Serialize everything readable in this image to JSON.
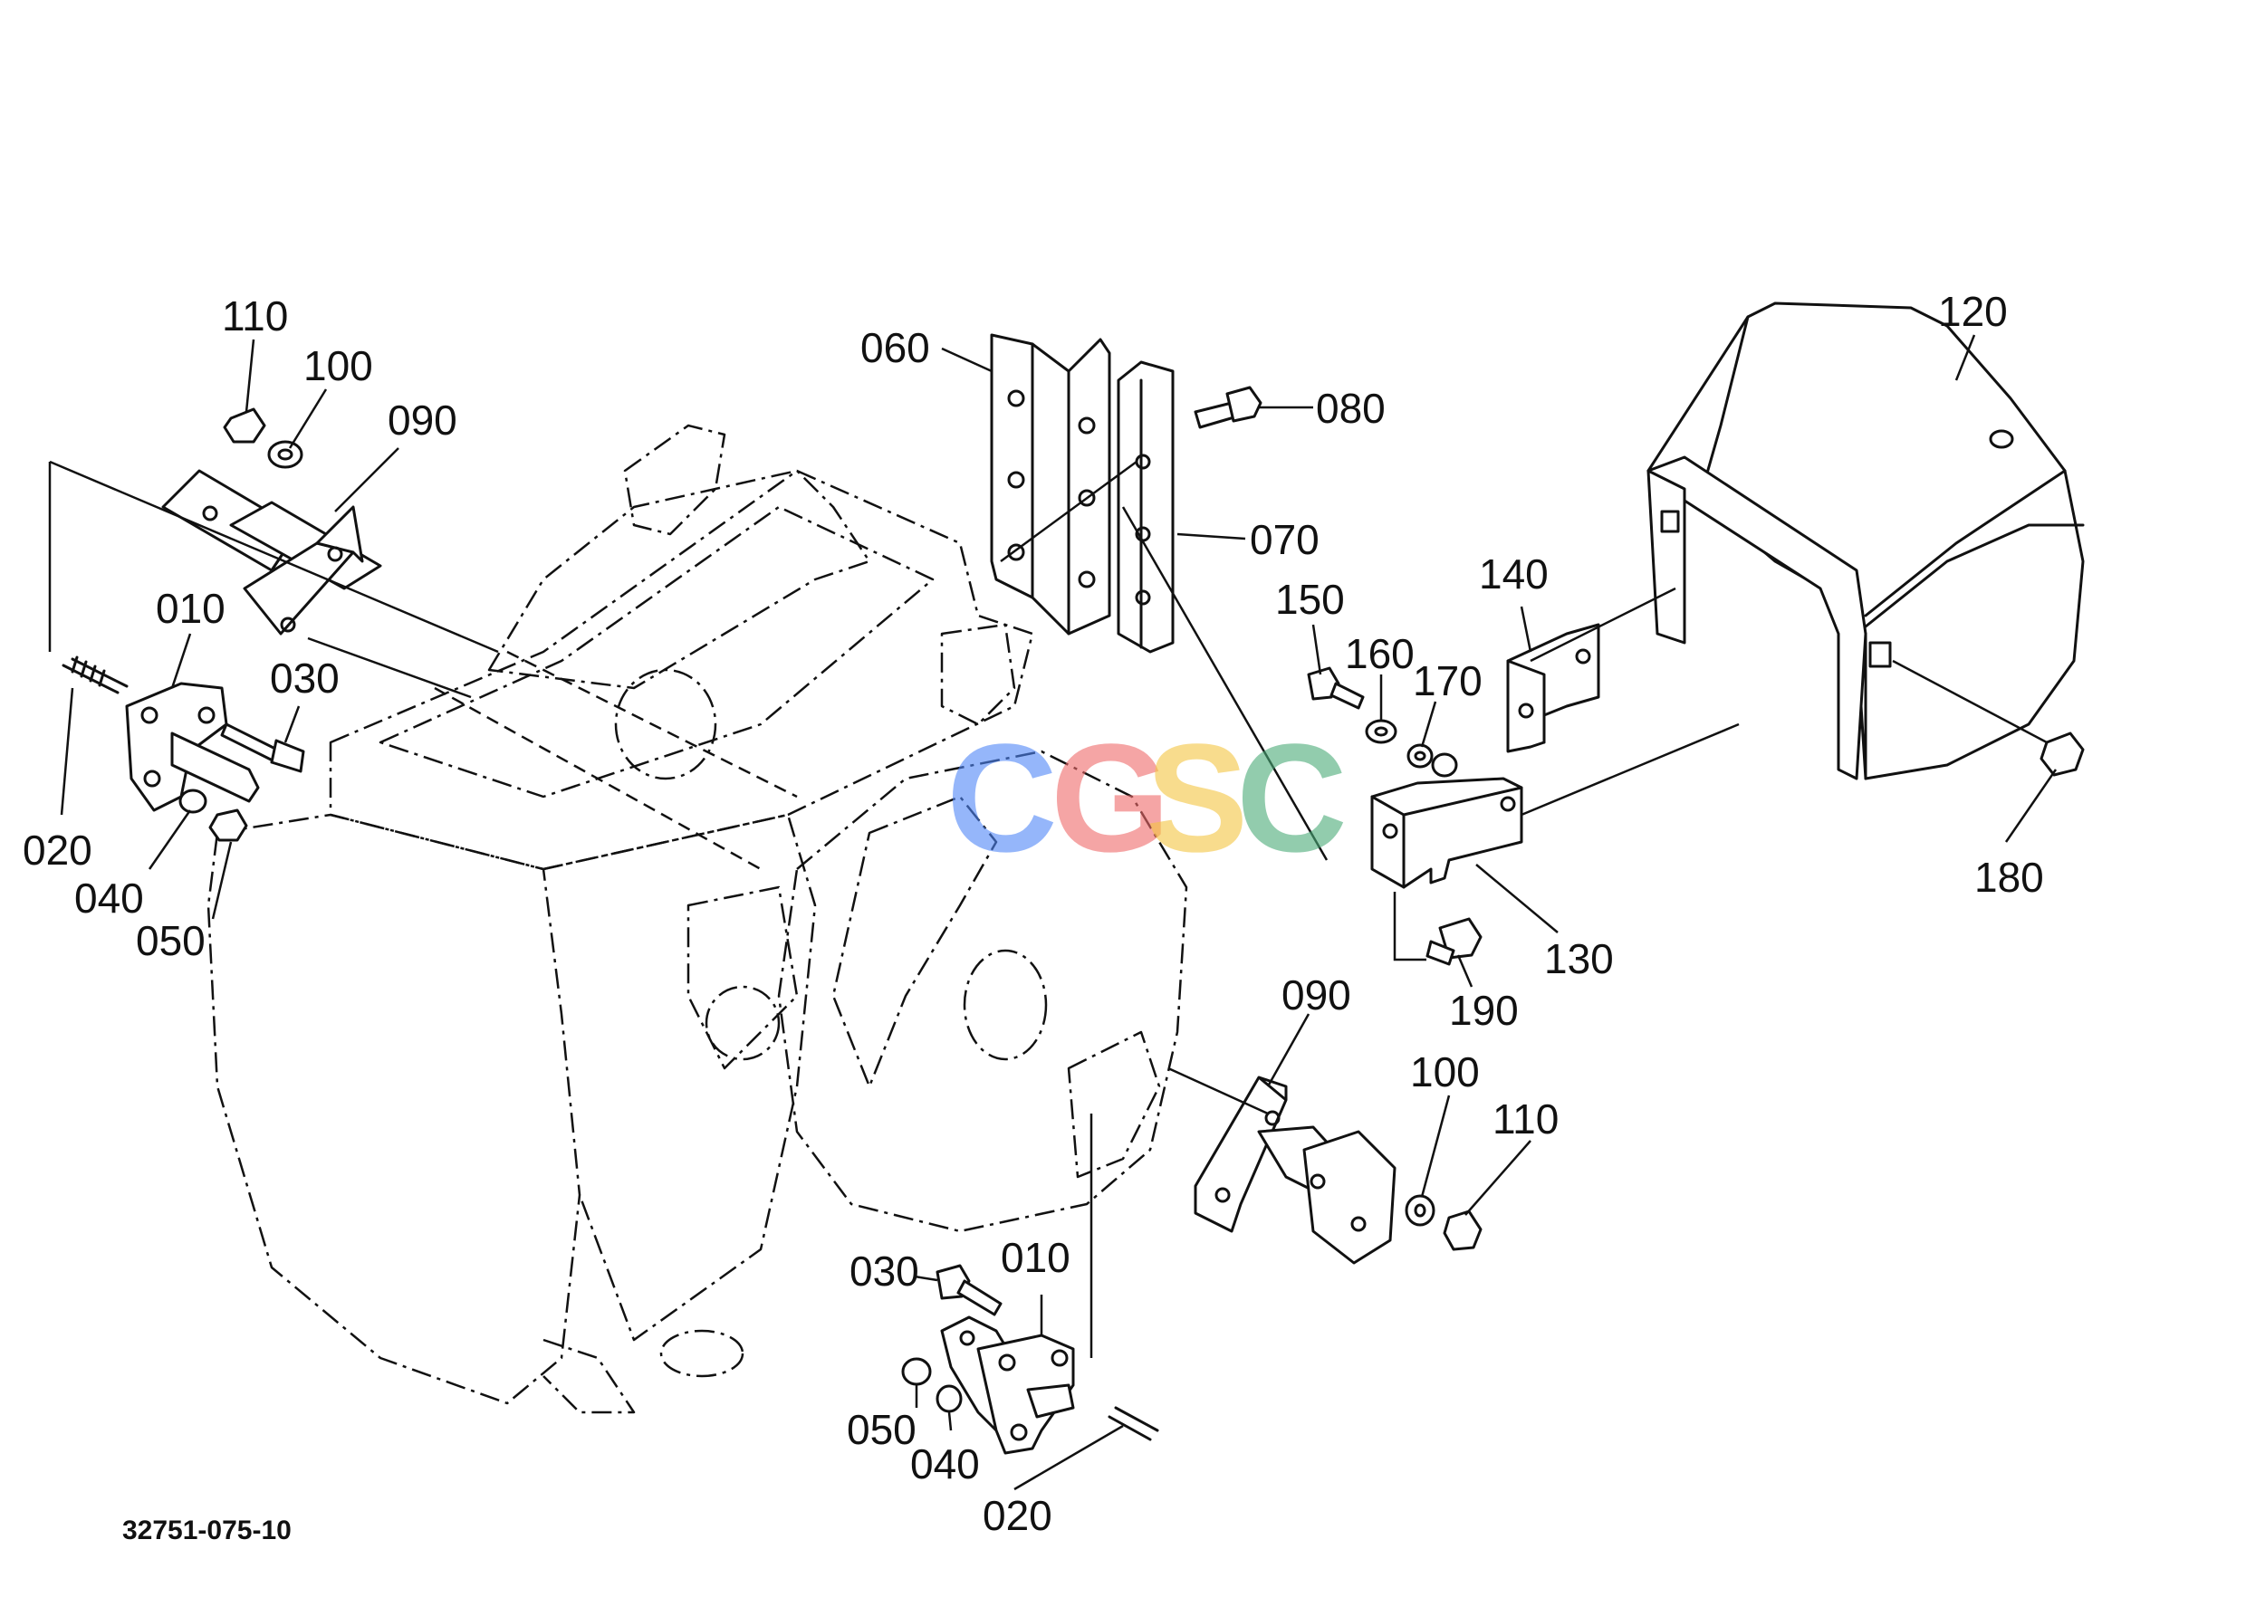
{
  "drawing_code": "32751-075-10",
  "watermark": {
    "letters": [
      "C",
      "G",
      "S",
      "C"
    ],
    "colors": [
      "#4f86f7",
      "#ef6a6a",
      "#f4c542",
      "#4aab78"
    ]
  },
  "labels": {
    "l110_top": "110",
    "l100_top": "100",
    "l090_top": "090",
    "l010_left": "010",
    "l030_left": "030",
    "l020_left": "020",
    "l040_left": "040",
    "l050_left": "050",
    "l060": "060",
    "l070": "070",
    "l080": "080",
    "l120": "120",
    "l140": "140",
    "l150": "150",
    "l160": "160",
    "l170": "170",
    "l180": "180",
    "l130": "130",
    "l190": "190",
    "l090_bottom": "090",
    "l100_bottom": "100",
    "l110_bottom": "110",
    "l030_bottom": "030",
    "l010_bottom": "010",
    "l050_bottom": "050",
    "l040_bottom": "040",
    "l020_bottom": "020"
  }
}
